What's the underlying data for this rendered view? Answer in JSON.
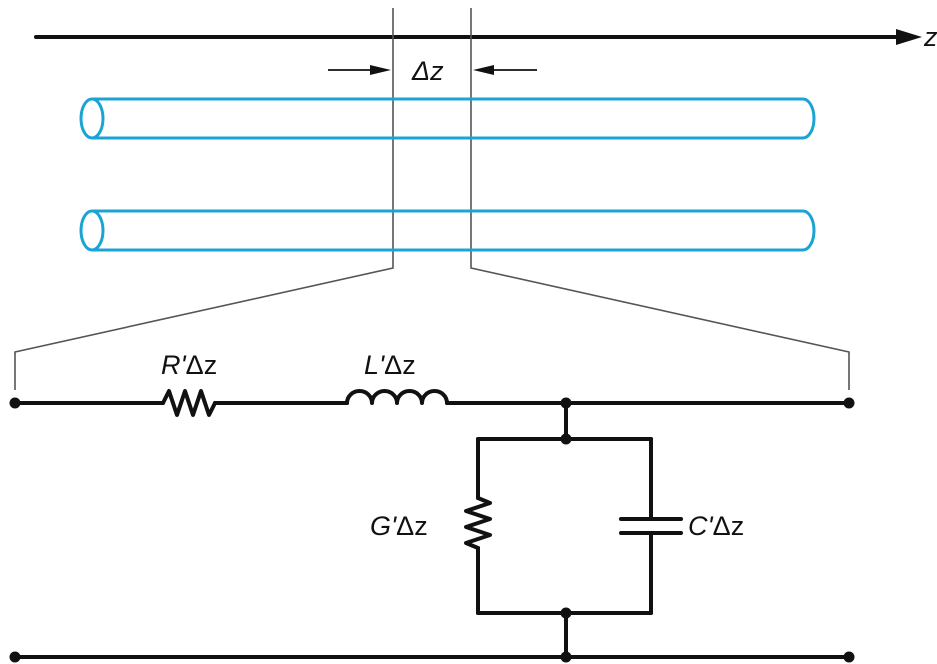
{
  "axis": {
    "label": "z"
  },
  "segment": {
    "label": "Δz"
  },
  "components": {
    "resistor_series": {
      "prefix": "R'",
      "suffix": "Δz"
    },
    "inductor_series": {
      "prefix": "L'",
      "suffix": "Δz"
    },
    "conductance_shunt": {
      "prefix": "G'",
      "suffix": "Δz"
    },
    "capacitor_shunt": {
      "prefix": "C'",
      "suffix": "Δz"
    }
  },
  "colors": {
    "conductor": "#1ba3d6",
    "wire": "#111111",
    "guide": "#555555"
  },
  "icons": {
    "resistor": "zigzag-resistor-symbol",
    "inductor": "coil-inductor-symbol",
    "capacitor": "parallel-plate-capacitor-symbol"
  }
}
